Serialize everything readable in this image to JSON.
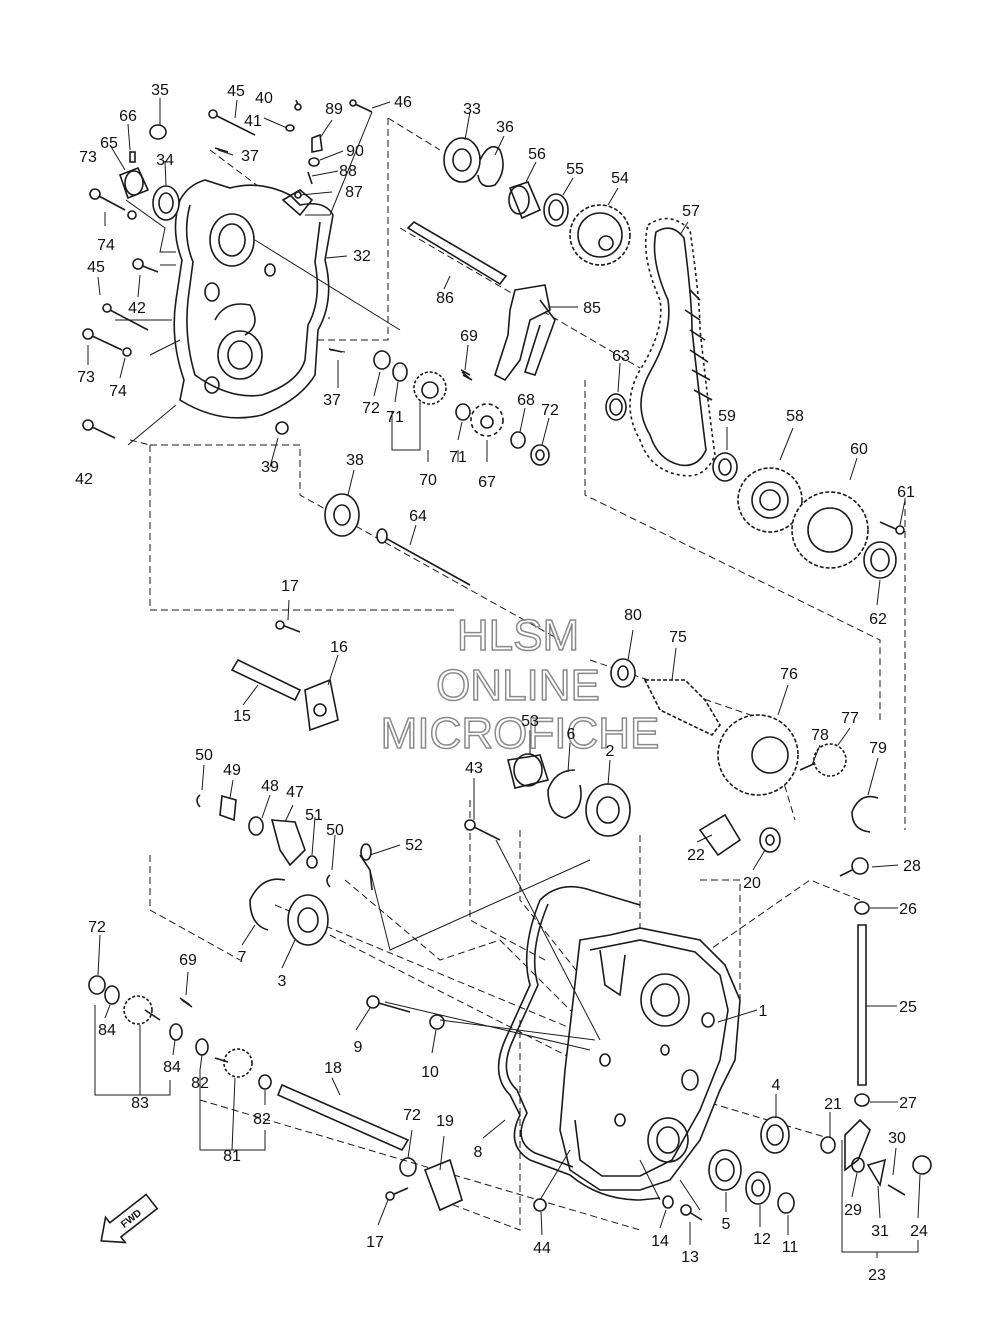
{
  "watermark": {
    "line1": "HLSM",
    "line2": "ONLINE",
    "line3": "MICROFICHE"
  },
  "direction_badge": "FWD",
  "callouts": {
    "c1": "1",
    "c2": "2",
    "c3": "3",
    "c4": "4",
    "c5": "5",
    "c6": "6",
    "c7": "7",
    "c8": "8",
    "c9": "9",
    "c10": "10",
    "c11": "11",
    "c12": "12",
    "c13": "13",
    "c14": "14",
    "c15": "15",
    "c16": "16",
    "c17a": "17",
    "c17b": "17",
    "c18": "18",
    "c19": "19",
    "c20": "20",
    "c21": "21",
    "c22": "22",
    "c23": "23",
    "c24": "24",
    "c25": "25",
    "c26": "26",
    "c27": "27",
    "c28": "28",
    "c29": "29",
    "c30": "30",
    "c31": "31",
    "c32": "32",
    "c33": "33",
    "c34": "34",
    "c35": "35",
    "c36": "36",
    "c37a": "37",
    "c37b": "37",
    "c38": "38",
    "c39": "39",
    "c40": "40",
    "c41": "41",
    "c42a": "42",
    "c42b": "42",
    "c43": "43",
    "c44": "44",
    "c45a": "45",
    "c45b": "45",
    "c46": "46",
    "c47": "47",
    "c48": "48",
    "c49": "49",
    "c50a": "50",
    "c50b": "50",
    "c51": "51",
    "c52": "52",
    "c53": "53",
    "c54": "54",
    "c55": "55",
    "c56": "56",
    "c57": "57",
    "c58": "58",
    "c59": "59",
    "c60": "60",
    "c61": "61",
    "c62": "62",
    "c63": "63",
    "c64": "64",
    "c65": "65",
    "c66": "66",
    "c67": "67",
    "c68": "68",
    "c69a": "69",
    "c69b": "69",
    "c70": "70",
    "c71a": "71",
    "c71b": "71",
    "c72a": "72",
    "c72b": "72",
    "c72c": "72",
    "c72d": "72",
    "c73a": "73",
    "c73b": "73",
    "c74a": "74",
    "c74b": "74",
    "c75": "75",
    "c76": "76",
    "c77": "77",
    "c78": "78",
    "c79": "79",
    "c80": "80",
    "c81": "81",
    "c82a": "82",
    "c82b": "82",
    "c83": "83",
    "c84a": "84",
    "c84b": "84",
    "c85": "85",
    "c86": "86",
    "c87": "87",
    "c88": "88",
    "c89": "89",
    "c90": "90"
  }
}
